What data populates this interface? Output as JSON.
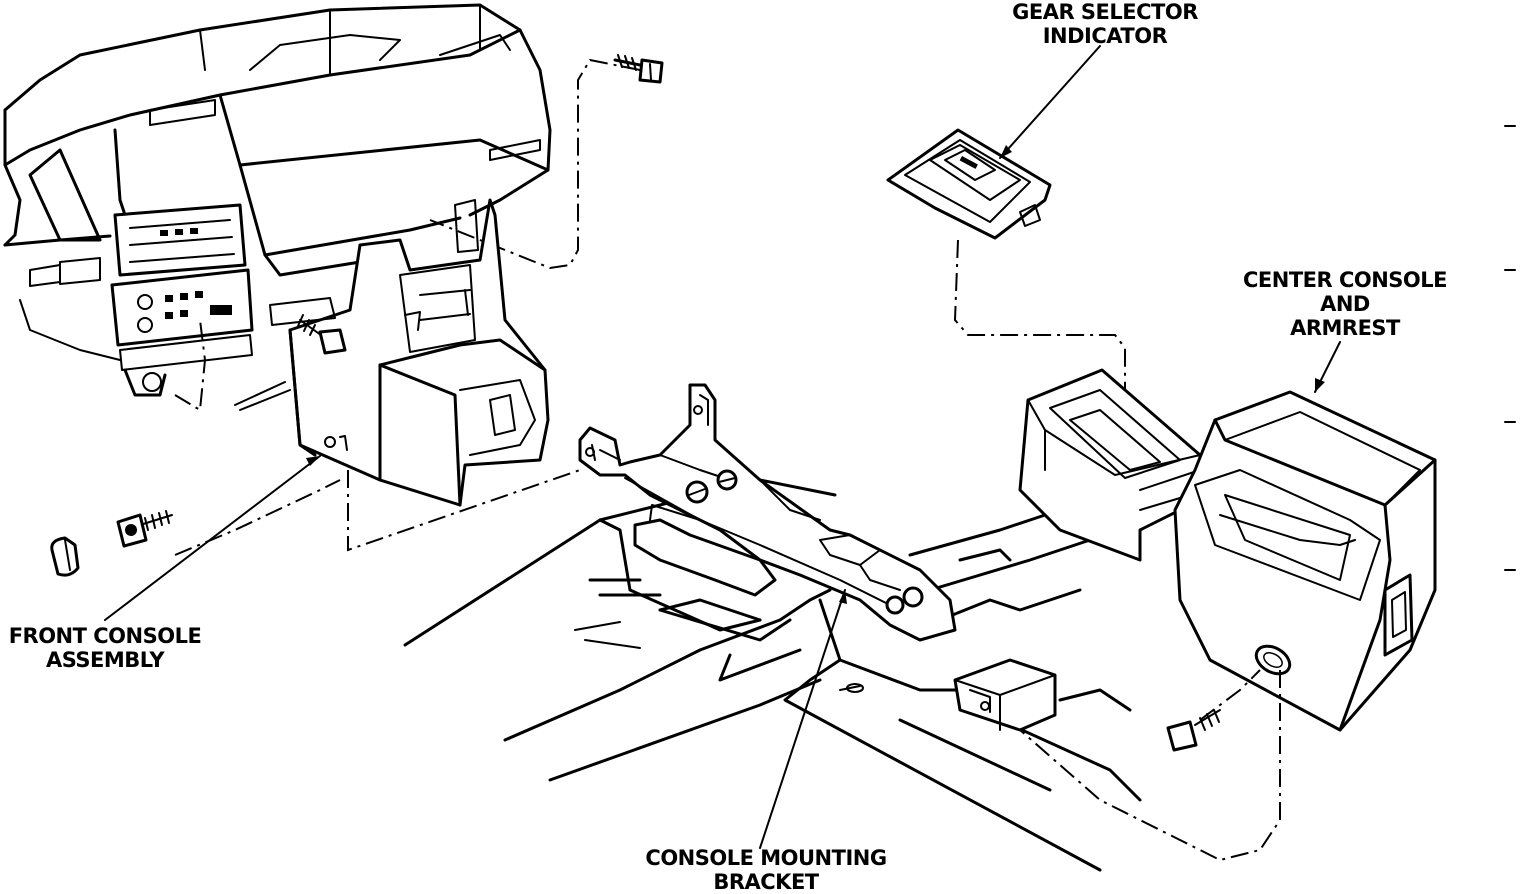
{
  "labels": {
    "gear_selector": [
      "GEAR SELECTOR",
      "INDICATOR"
    ],
    "center_console": [
      "CENTER CONSOLE",
      "AND",
      "ARMREST"
    ],
    "front_console": [
      "FRONT CONSOLE",
      "ASSEMBLY"
    ],
    "mounting_bracket": [
      "CONSOLE MOUNTING",
      "BRACKET"
    ]
  }
}
